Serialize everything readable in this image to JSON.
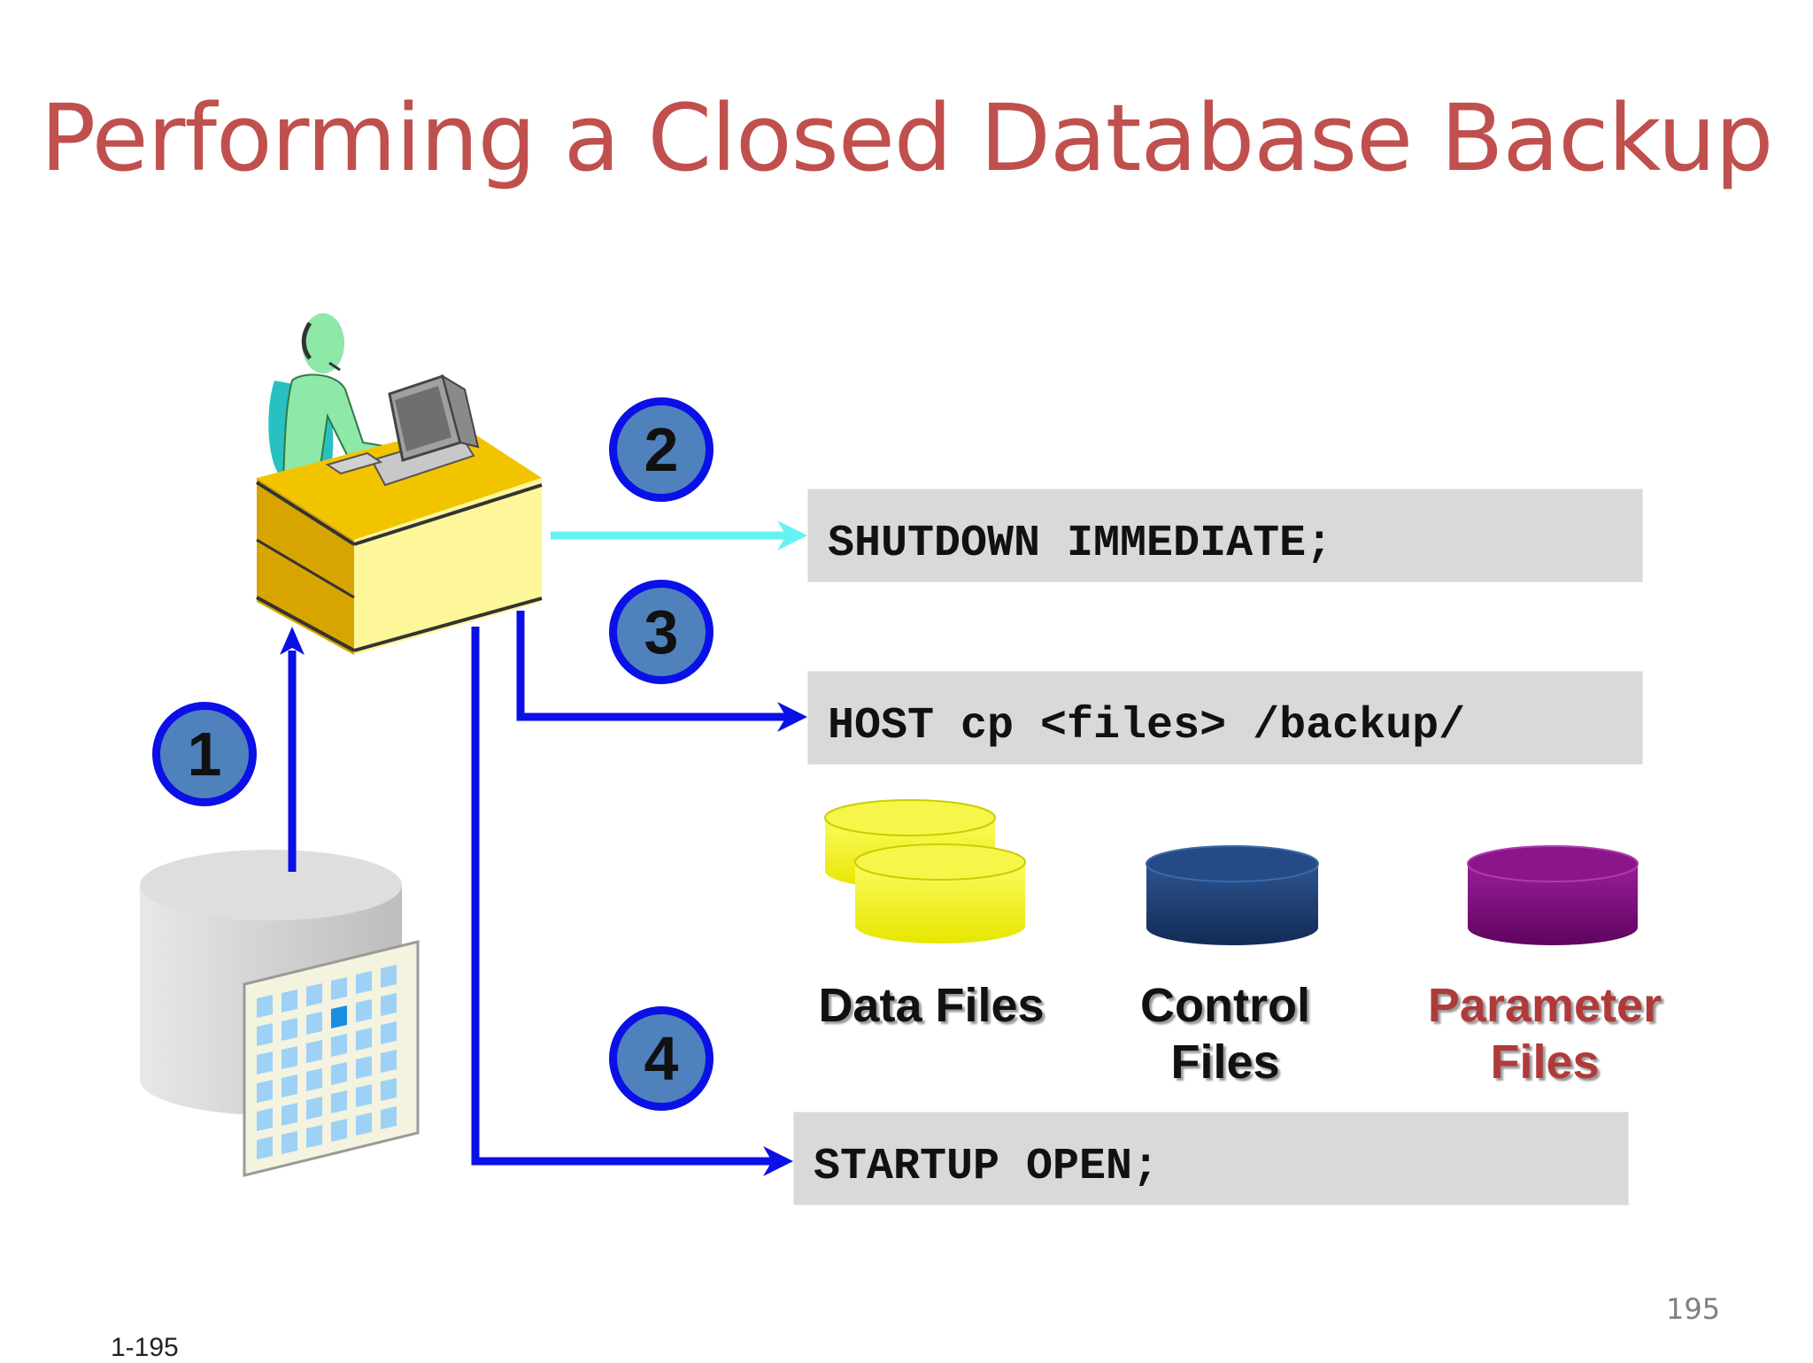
{
  "title": "Performing a Closed Database Backup",
  "steps": [
    {
      "number": "1"
    },
    {
      "number": "2",
      "command": "SHUTDOWN IMMEDIATE;"
    },
    {
      "number": "3",
      "command": "HOST cp <files> /backup/"
    },
    {
      "number": "4",
      "command": "STARTUP OPEN;"
    }
  ],
  "files": {
    "data": {
      "line1": "Data Files",
      "color": "#f2f200"
    },
    "control": {
      "line1": "Control",
      "line2": "Files",
      "color": "#1f3b6e"
    },
    "parameter": {
      "line1": "Parameter",
      "line2": "Files",
      "color": "#7a0a7a",
      "label_color": "#b03a3a"
    }
  },
  "colors": {
    "title": "#c0504d",
    "arrow_blue": "#0a10e6",
    "arrow_cyan": "#66f2f2",
    "badge_fill": "#4f81bd",
    "command_bg": "#d9d9d9"
  },
  "footer": {
    "page_number": "195",
    "slide_ref": "1-195"
  }
}
